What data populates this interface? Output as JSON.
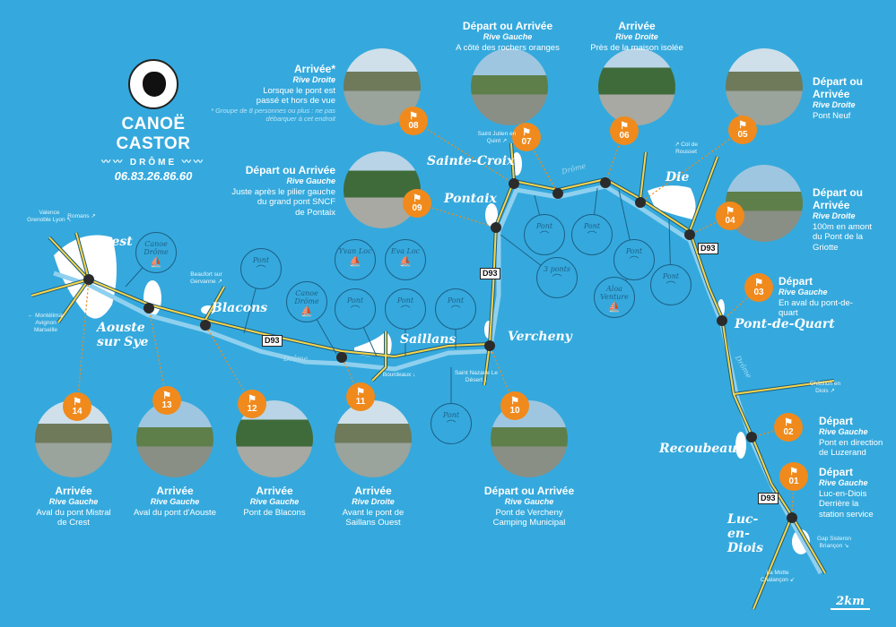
{
  "brand": {
    "name": "CANOË CASTOR",
    "subtitle": "〰〰 DRÔME 〰〰",
    "phone": "06.83.26.86.60",
    "logo_icon": "beaver-canoe-logo"
  },
  "stops": [
    {
      "num": "01",
      "title": "Départ",
      "bank": "Rive Gauche",
      "desc": [
        "Luc-en-Diois",
        "Derrière la",
        "station service"
      ]
    },
    {
      "num": "02",
      "title": "Départ",
      "bank": "Rive Gauche",
      "desc": [
        "Pont en direction",
        "de Luzerand"
      ]
    },
    {
      "num": "03",
      "title": "Départ",
      "bank": "Rive Gauche",
      "desc": [
        "En aval du pont-de-quart"
      ]
    },
    {
      "num": "04",
      "title": "Départ ou Arrivée",
      "bank": "Rive Droite",
      "desc": [
        "100m en amont",
        "du Pont de la",
        "Griotte"
      ]
    },
    {
      "num": "05",
      "title": "Départ ou Arrivée",
      "bank": "Rive Droite",
      "desc": [
        "Pont Neuf"
      ]
    },
    {
      "num": "06",
      "title": "Arrivée",
      "bank": "Rive Droite",
      "desc": [
        "Près de la maison isolée"
      ]
    },
    {
      "num": "07",
      "title": "Départ ou Arrivée",
      "bank": "Rive Gauche",
      "desc": [
        "A côté des rochers oranges"
      ]
    },
    {
      "num": "08",
      "title": "Arrivée*",
      "bank": "Rive Droite",
      "desc": [
        "Lorsque le pont est",
        "passé et hors de vue"
      ],
      "note": "* Groupe de 8 personnes ou plus : ne pas débarquer à cet endroit"
    },
    {
      "num": "09",
      "title": "Départ ou Arrivée",
      "bank": "Rive Gauche",
      "desc": [
        "Juste après le pilier gauche",
        "du grand pont SNCF",
        "de Pontaix"
      ]
    },
    {
      "num": "10",
      "title": "Départ ou Arrivée",
      "bank": "Rive Gauche",
      "desc": [
        "Pont de Vercheny",
        "Camping Municipal"
      ]
    },
    {
      "num": "11",
      "title": "Arrivée",
      "bank": "Rive Droite",
      "desc": [
        "Avant le pont de",
        "Saillans Ouest"
      ]
    },
    {
      "num": "12",
      "title": "Arrivée",
      "bank": "Rive Gauche",
      "desc": [
        "Pont de Blacons"
      ]
    },
    {
      "num": "13",
      "title": "Arrivée",
      "bank": "Rive Gauche",
      "desc": [
        "Aval du pont d'Aouste"
      ]
    },
    {
      "num": "14",
      "title": "Arrivée",
      "bank": "Rive Gauche",
      "desc": [
        "Aval du pont Mistral",
        "de Crest"
      ]
    }
  ],
  "towns": [
    "Crest",
    "Aouste sur Sye",
    "Blacons",
    "Saillans",
    "Vercheny",
    "Pontaix",
    "Sainte-Croix",
    "Die",
    "Pont-de-Quart",
    "Recoubeau",
    "Luc-en-Diois"
  ],
  "pois": [
    {
      "label": "Canoe Drôme",
      "icon": "canoe-icon"
    },
    {
      "label": "Pont",
      "icon": "bridge-icon"
    },
    {
      "label": "Yvan Loc",
      "icon": "canoe-icon"
    },
    {
      "label": "Eva Loc",
      "icon": "canoe-icon"
    },
    {
      "label": "Canoe Drôme",
      "icon": "canoe-icon"
    },
    {
      "label": "Pont",
      "icon": "bridge-icon"
    },
    {
      "label": "Pont",
      "icon": "bridge-icon"
    },
    {
      "label": "Pont",
      "icon": "bridge-icon"
    },
    {
      "label": "3 ponts",
      "icon": "bridge-icon"
    },
    {
      "label": "Pont",
      "icon": "bridge-icon"
    },
    {
      "label": "Pont",
      "icon": "bridge-icon"
    },
    {
      "label": "Pont",
      "icon": "bridge-icon"
    },
    {
      "label": "Aloa Venture",
      "icon": "canoe-icon"
    },
    {
      "label": "Pont",
      "icon": "bridge-icon"
    },
    {
      "label": "Pont",
      "icon": "bridge-icon"
    }
  ],
  "directions": [
    "Valence Grenoble Lyon ↖",
    "Romans ↗",
    "← Montélimar Avignon Marseille",
    "Beaufort sur Gervanne ↗",
    "Bourdeaux ↓",
    "Saint Nazaire Le Désert ↓",
    "Saint Julien en Quint ↗",
    "↗ Col de Rousset",
    "Châtillon en Diois ↗",
    "Gap Sisteron Briançon ↘",
    "La Motte Chalançon ↙"
  ],
  "roads": [
    "D93",
    "D93",
    "D93",
    "D93"
  ],
  "river": [
    "Drôme",
    "Drôme",
    "Drôme"
  ],
  "scale": "2km",
  "colors": {
    "background": "#35a9dd",
    "badge": "#f08a1c",
    "road": "#f7d64a",
    "river": "#8fd0ef"
  }
}
